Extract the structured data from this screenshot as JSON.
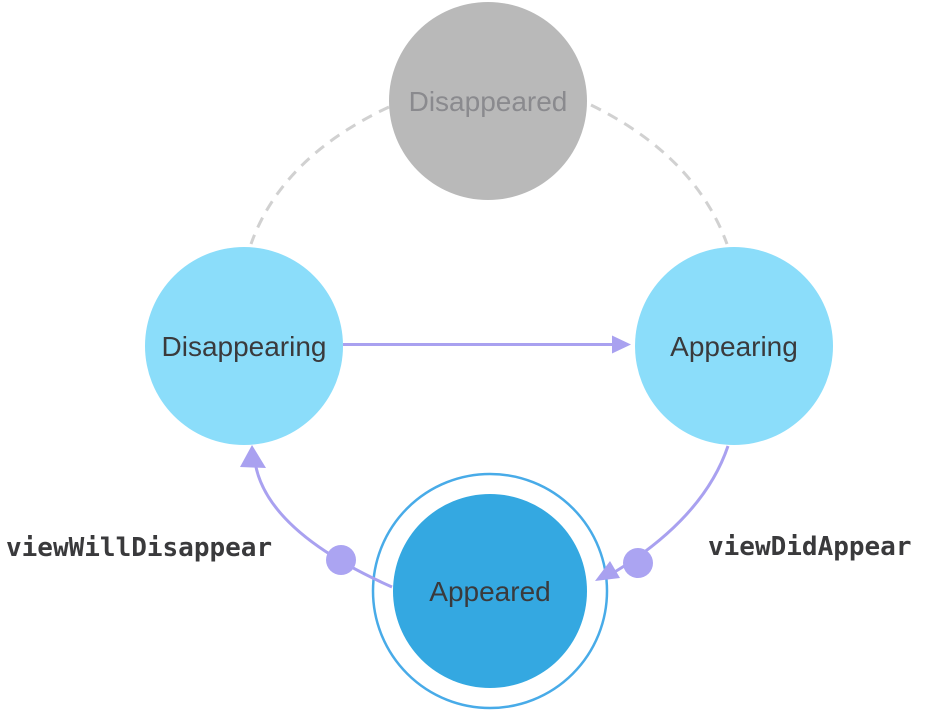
{
  "colors": {
    "background": "#FFFFFF",
    "node_blue": "#8BDDFA",
    "node_gray": "#B9B9B9",
    "node_active_blue": "#34A8E1",
    "active_ring_blue": "#48ABE8",
    "arrow_purple": "#A9A1F0",
    "dashed_arc_gray": "#D1D1D1",
    "label_dark": "#3A3A3C",
    "label_gray": "#8A8A8E"
  },
  "nodes": [
    {
      "id": "disappeared",
      "label": "Disappeared",
      "state": "inactive"
    },
    {
      "id": "disappearing",
      "label": "Disappearing",
      "state": "transitional"
    },
    {
      "id": "appearing",
      "label": "Appearing",
      "state": "transitional"
    },
    {
      "id": "appeared",
      "label": "Appeared",
      "state": "current-highlighted"
    }
  ],
  "edges": [
    {
      "from": "disappeared",
      "to": "disappearing",
      "style": "dashed",
      "label": ""
    },
    {
      "from": "disappeared",
      "to": "appearing",
      "style": "dashed",
      "label": ""
    },
    {
      "from": "disappearing",
      "to": "appearing",
      "style": "arrow",
      "label": ""
    },
    {
      "from": "appearing",
      "to": "appeared",
      "style": "arrow",
      "label": "viewDidAppear"
    },
    {
      "from": "appeared",
      "to": "disappearing",
      "style": "arrow",
      "label": "viewWillDisappear"
    }
  ],
  "annotations": [
    {
      "text": "viewWillDisappear"
    },
    {
      "text": "viewDidAppear"
    }
  ]
}
